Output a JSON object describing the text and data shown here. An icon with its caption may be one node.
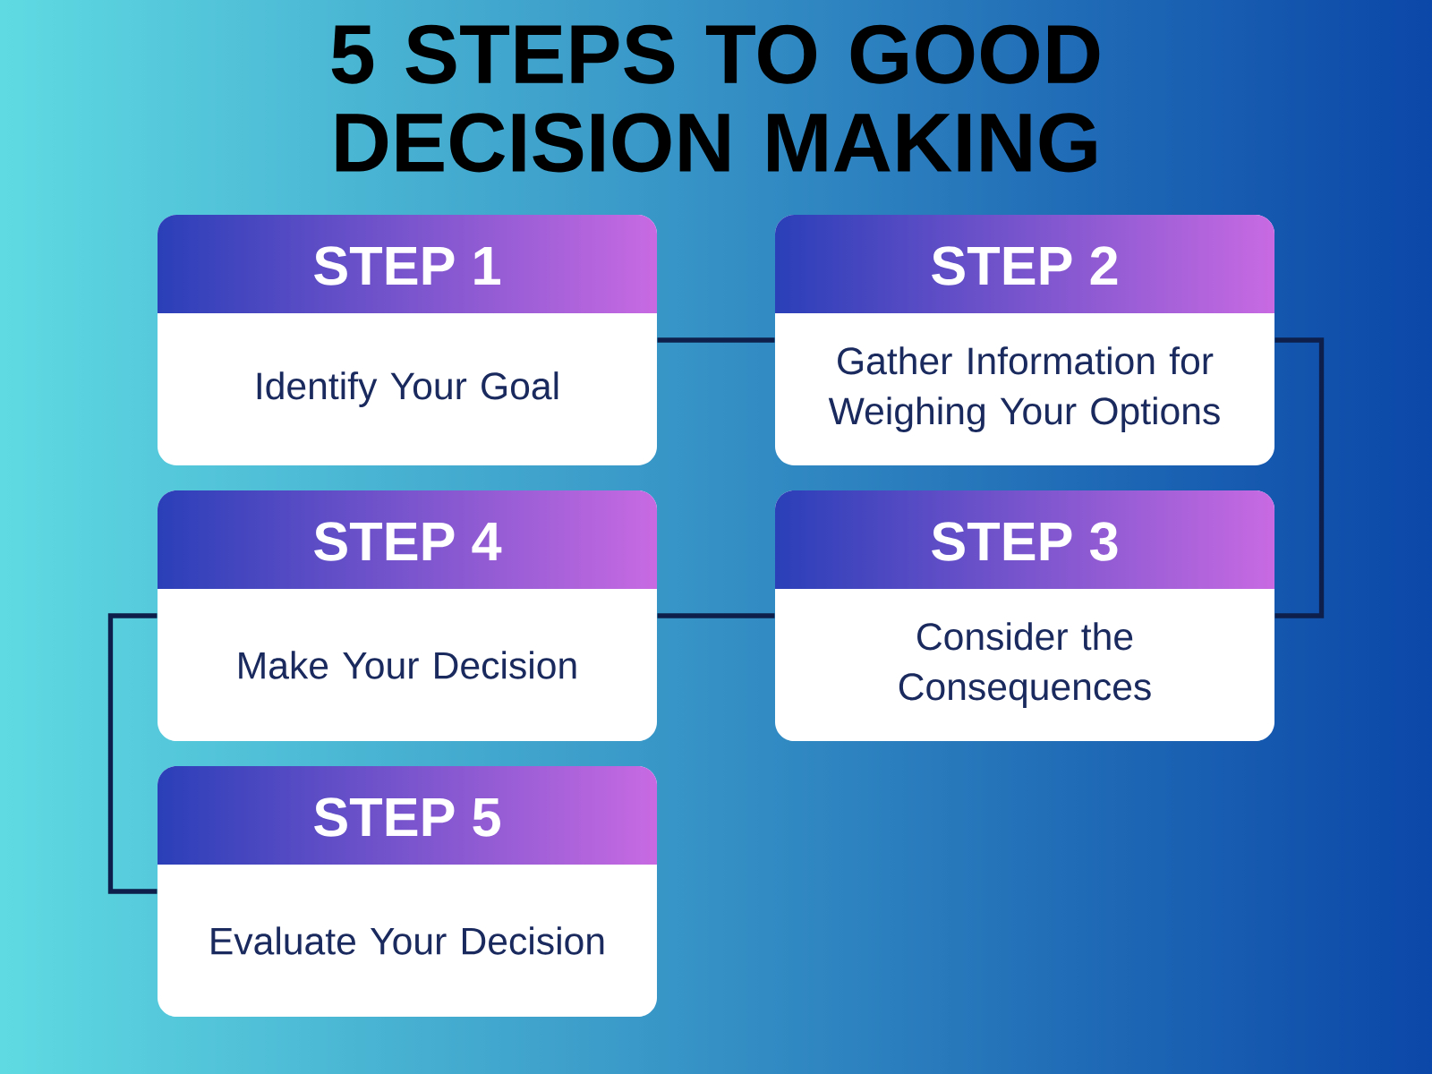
{
  "diagram": {
    "title": "5 STEPS TO GOOD DECISION MAKING",
    "nodes": [
      {
        "text": [
          "STEP 1",
          "Identify Your Goal"
        ]
      },
      {
        "text": [
          "STEP 2",
          "Gather Information for Weighing Your Options"
        ]
      },
      {
        "text": [
          "STEP 4",
          "Make Your Decision"
        ]
      },
      {
        "text": [
          "STEP 3",
          "Consider the Consequences"
        ]
      },
      {
        "text": [
          "STEP 5",
          "Evaluate Your Decision"
        ]
      }
    ],
    "edges": [
      {
        "from": 0,
        "to": 1,
        "arrow": "none"
      },
      {
        "from": 1,
        "to": 3,
        "arrow": "none"
      },
      {
        "from": 3,
        "to": 2,
        "arrow": "none"
      },
      {
        "from": 2,
        "to": 4,
        "arrow": "none"
      }
    ]
  }
}
